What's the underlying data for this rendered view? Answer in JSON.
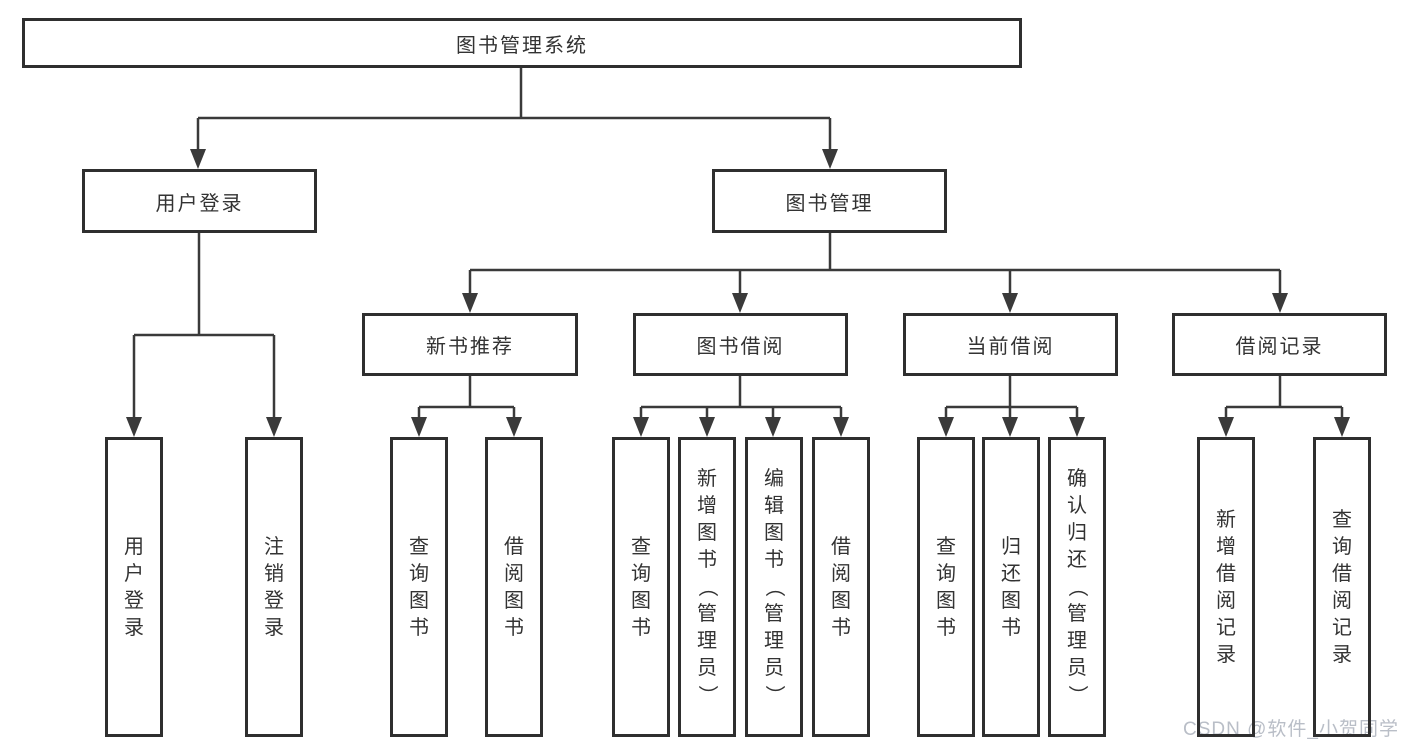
{
  "diagram": {
    "root": {
      "label": "图书管理系统"
    },
    "level2": [
      {
        "label": "用户登录"
      },
      {
        "label": "图书管理"
      }
    ],
    "level3": [
      {
        "label": "新书推荐",
        "parent": "图书管理"
      },
      {
        "label": "图书借阅",
        "parent": "图书管理"
      },
      {
        "label": "当前借阅",
        "parent": "图书管理"
      },
      {
        "label": "借阅记录",
        "parent": "图书管理"
      }
    ],
    "leaves": [
      {
        "label": "用户登录",
        "parent": "用户登录"
      },
      {
        "label": "注销登录",
        "parent": "用户登录"
      },
      {
        "label": "查询图书",
        "parent": "新书推荐"
      },
      {
        "label": "借阅图书",
        "parent": "新书推荐"
      },
      {
        "label": "查询图书",
        "parent": "图书借阅"
      },
      {
        "label": "新增图书（管理员）",
        "parent": "图书借阅"
      },
      {
        "label": "编辑图书（管理员）",
        "parent": "图书借阅"
      },
      {
        "label": "借阅图书",
        "parent": "图书借阅"
      },
      {
        "label": "查询图书",
        "parent": "当前借阅"
      },
      {
        "label": "归还图书",
        "parent": "当前借阅"
      },
      {
        "label": "确认归还（管理员）",
        "parent": "当前借阅"
      },
      {
        "label": "新增借阅记录",
        "parent": "借阅记录"
      },
      {
        "label": "查询借阅记录",
        "parent": "借阅记录"
      }
    ],
    "colors": {
      "line": "#3a3a3a",
      "border": "#2f2f2f",
      "text": "#333333",
      "background": "#ffffff",
      "watermark": "#b9bec7"
    }
  },
  "watermark": {
    "text": "CSDN @软件_小贺同学"
  }
}
